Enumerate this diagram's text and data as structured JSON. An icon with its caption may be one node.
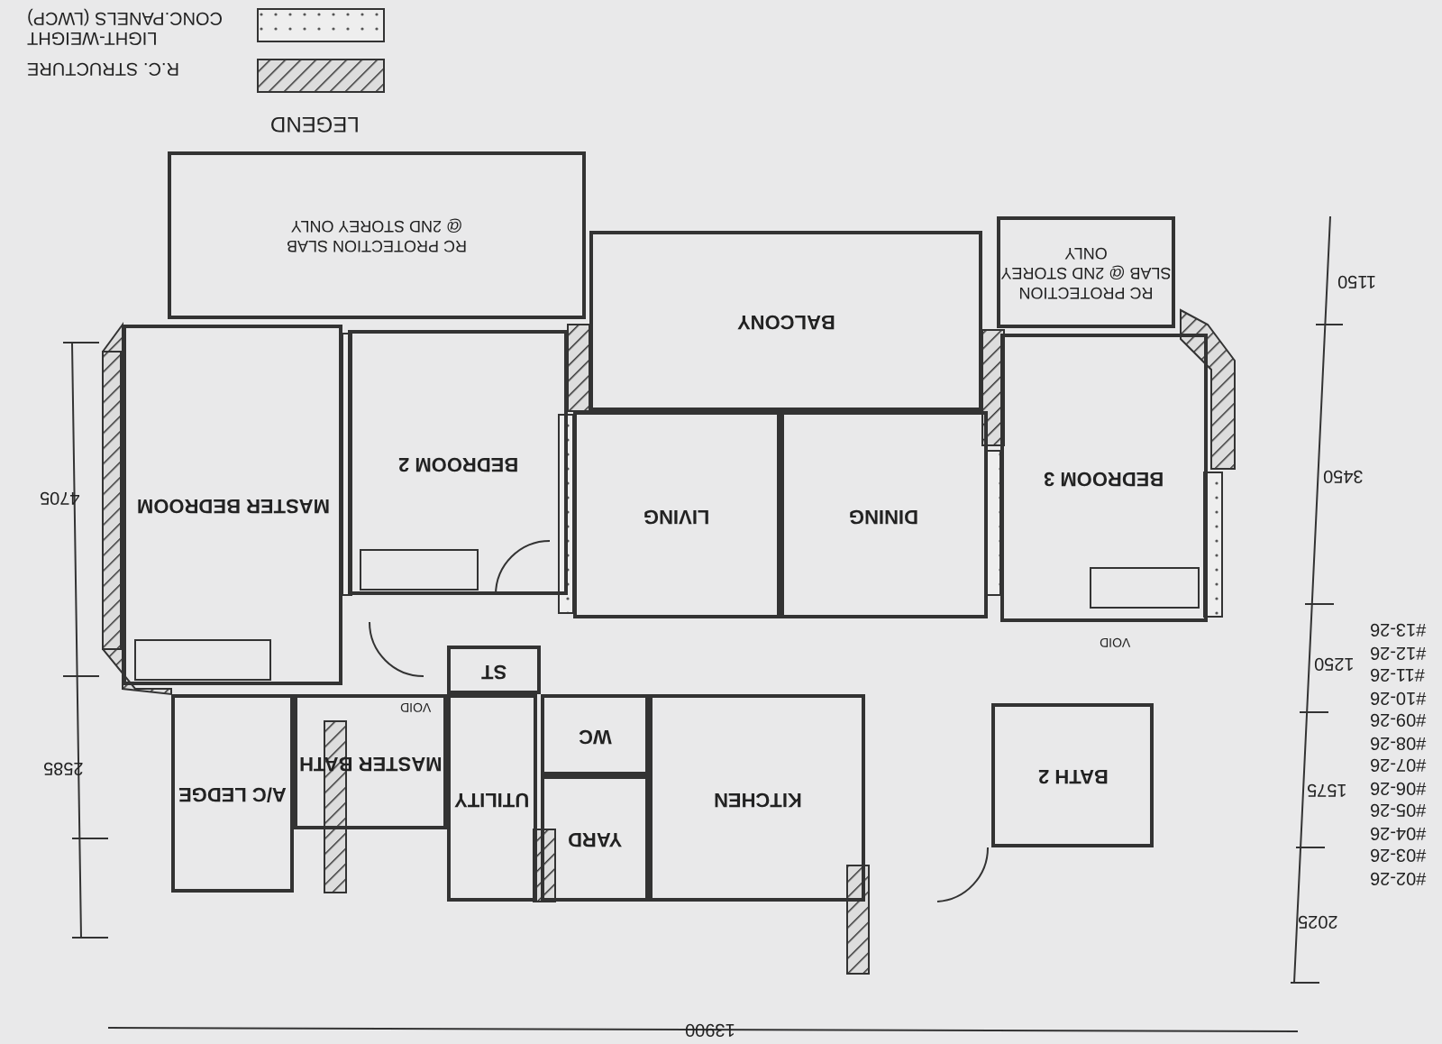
{
  "diagram": {
    "nodes": [
      {
        "text": [
          "RC PROTECTION SLAB @ 2ND STOREY ONLY"
        ]
      },
      {
        "text": [
          "BALCONY"
        ]
      },
      {
        "text": [
          "RC PROTECTION SLAB @ 2ND STOREY ONLY"
        ]
      },
      {
        "text": [
          "MASTER BEDROOM"
        ]
      },
      {
        "text": [
          "BEDROOM 2"
        ]
      },
      {
        "text": [
          "LIVING"
        ]
      },
      {
        "text": [
          "DINING"
        ]
      },
      {
        "text": [
          "BEDROOM 3"
        ]
      },
      {
        "text": [
          "ST"
        ]
      },
      {
        "text": [
          "A/C LEDGE"
        ]
      },
      {
        "text": [
          "MASTER BATH"
        ]
      },
      {
        "text": [
          "UTILITY"
        ]
      },
      {
        "text": [
          "WC"
        ]
      },
      {
        "text": [
          "YARD"
        ]
      },
      {
        "text": [
          "KITCHEN"
        ]
      },
      {
        "text": [
          "BATH 2"
        ]
      }
    ],
    "labels": [
      "LEGEND",
      "1150",
      "3450",
      "4705",
      "1250",
      "2585",
      "1575",
      "2025",
      "13900",
      "VOID",
      "VOID",
      "#13-26",
      "#12-26",
      "#11-26",
      "#10-26",
      "#09-26",
      "#08-26",
      "#07-26",
      "#06-26",
      "#05-26",
      "#04-26",
      "#03-26",
      "#02-26"
    ],
    "legend": [
      {
        "text": "R.C. STRUCTURE"
      },
      {
        "text": "LIGHT-WEIGHT CONC.PANELS (LWCP)"
      }
    ]
  }
}
